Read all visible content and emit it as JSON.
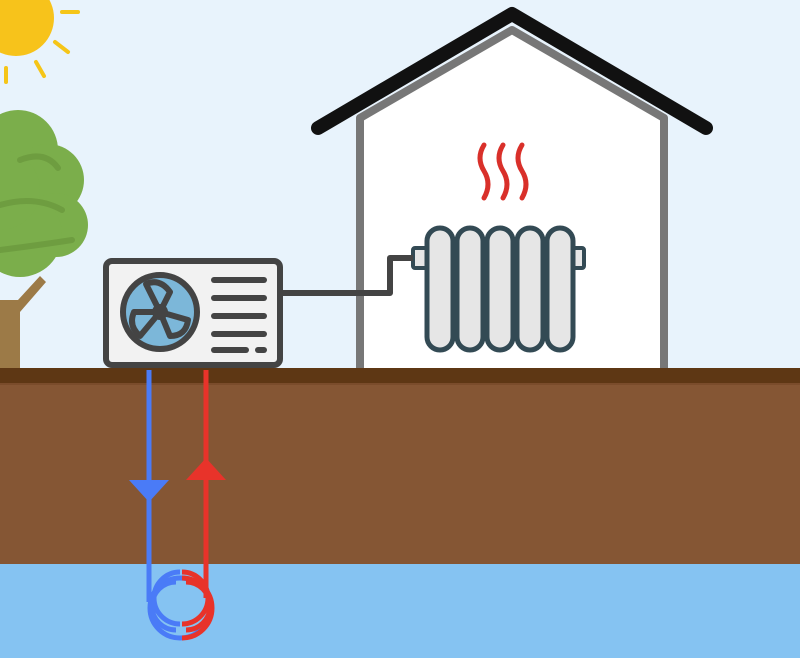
{
  "diagram": {
    "kind": "ground-source heat pump illustration",
    "elements": [
      {
        "name": "sun",
        "color": "#F5C518"
      },
      {
        "name": "tree",
        "foliage_color": "#7BAE4B",
        "trunk_color": "#9C7A47"
      },
      {
        "name": "house",
        "wall_color": "#FFFFFF",
        "roof_color": "#111111",
        "outline_color": "#777777"
      },
      {
        "name": "heat-waves",
        "color": "#D9302A",
        "count": 3
      },
      {
        "name": "radiator",
        "color": "#E6E6E6",
        "outline_color": "#334A54",
        "columns": 5
      },
      {
        "name": "heat-pump-unit",
        "color": "#F2F2F2",
        "outline_color": "#444444"
      },
      {
        "name": "fan-icon",
        "color": "#7CB7D9"
      },
      {
        "name": "ground-loop-cold-pipe",
        "color": "#4A7BF7",
        "flow": "down"
      },
      {
        "name": "ground-loop-hot-pipe",
        "color": "#E8332A",
        "flow": "up"
      }
    ],
    "colors": {
      "sky": "#E8F3FC",
      "soil": "#855634",
      "soil_top": "#5E3714",
      "groundwater": "#85C3F2"
    }
  }
}
